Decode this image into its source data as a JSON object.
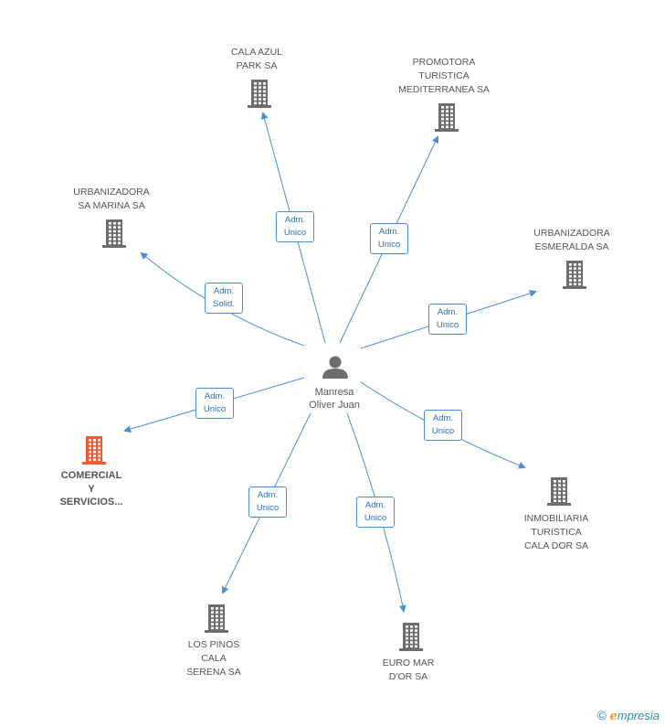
{
  "colors": {
    "edge": "#4a8fd4",
    "building": "#6d6d6d",
    "highlight": "#f05a30",
    "person": "#6d6d6d"
  },
  "center": {
    "name": "Manresa\nOliver Juan",
    "icon": "person-icon"
  },
  "nodes": [
    {
      "id": "cala-azul",
      "label": "CALA AZUL\nPARK SA",
      "highlight": false,
      "edge_label": "Adm.\nUnico"
    },
    {
      "id": "promotora",
      "label": "PROMOTORA\nTURISTICA\nMEDITERRANEA SA",
      "highlight": false,
      "edge_label": "Adm.\nUnico"
    },
    {
      "id": "urb-marina",
      "label": "URBANIZADORA\nSA MARINA SA",
      "highlight": false,
      "edge_label": "Adm.\nSolid."
    },
    {
      "id": "urb-esmeralda",
      "label": "URBANIZADORA\nESMERALDA SA",
      "highlight": false,
      "edge_label": "Adm.\nUnico"
    },
    {
      "id": "comercial",
      "label": "COMERCIAL\nY\nSERVICIOS...",
      "highlight": true,
      "edge_label": "Adm.\nUnico"
    },
    {
      "id": "inmobiliaria",
      "label": "INMOBILIARIA\nTURISTICA\nCALA DOR SA",
      "highlight": false,
      "edge_label": "Adm.\nUnico"
    },
    {
      "id": "los-pinos",
      "label": "LOS PINOS\nCALA\nSERENA SA",
      "highlight": false,
      "edge_label": "Adm.\nUnico"
    },
    {
      "id": "euro-mar",
      "label": "EURO MAR\nD'OR SA",
      "highlight": false,
      "edge_label": "Adm.\nUnico"
    }
  ],
  "footer": {
    "copyright": "©",
    "brand_initial": "e",
    "brand_rest": "mpresia"
  }
}
